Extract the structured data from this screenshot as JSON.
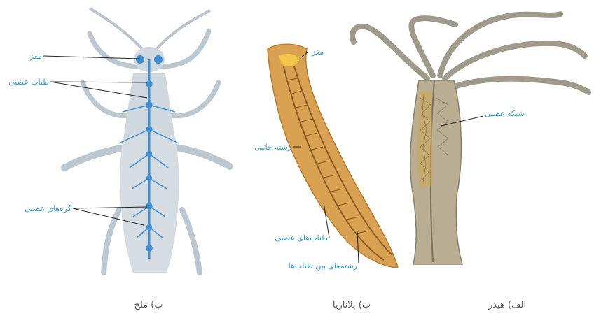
{
  "panels": {
    "grasshopper": {
      "caption": "پ) ملخ",
      "labels": {
        "brain": "مغز",
        "nerve_cord": "طناب عصبی",
        "ganglia": "گره‌های عصبی"
      }
    },
    "planaria": {
      "caption": "ب) پلاناریا",
      "labels": {
        "brain": "مغز",
        "lateral_strand": "رشته جانبی",
        "nerve_cords": "طناب‌های عصبی",
        "connecting_strands": "رشته‌های بین طناب‌ها"
      }
    },
    "hydra": {
      "caption": "الف) هیدر",
      "labels": {
        "nerve_net": "شبکه عصبی"
      }
    }
  },
  "colors": {
    "label": "#2e9bd6",
    "leader_line": "#222222",
    "insect_nerve": "#3f8fd0",
    "insect_body": "#cfd8df",
    "planaria_body": "#d9a152",
    "hydra_body": "#b9ae93"
  }
}
